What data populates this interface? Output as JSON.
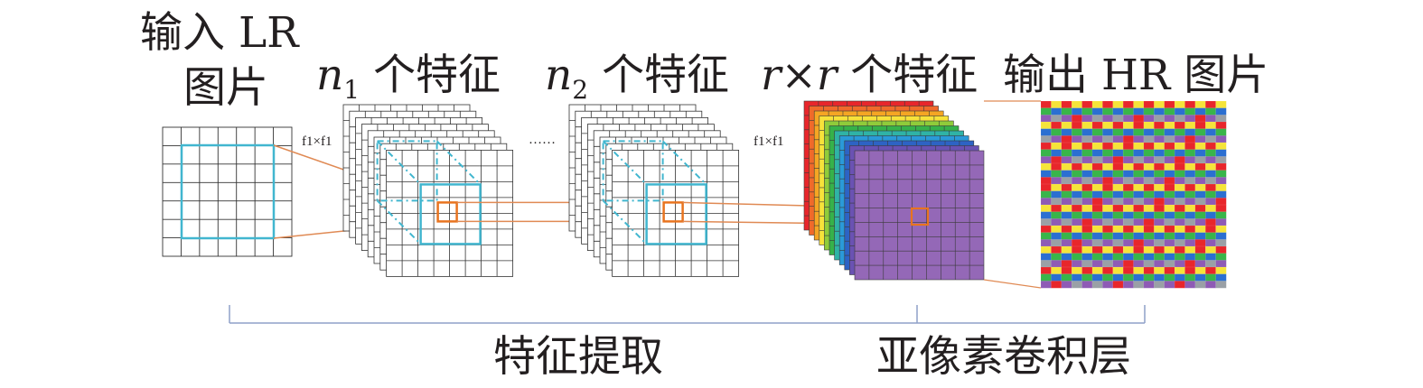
{
  "labels": {
    "input_lr_line1": "输入 LR",
    "input_lr_line2": "图片",
    "n1_var": "n",
    "n1_sub": "1",
    "n1_suffix": "个特征",
    "n2_var": "n",
    "n2_sub": "2",
    "n2_suffix": "个特征",
    "rr_var": "r×r",
    "rr_suffix": "个特征",
    "output_hr": "输出 HR 图片",
    "kernel_1": "f1×f1",
    "kernel_2": "f1×f1",
    "ellipsis": "……",
    "feature_extraction": "特征提取",
    "subpixel_layer": "亚像素卷积层"
  },
  "colors": {
    "grid_line": "#333333",
    "receptive_field": "#41b6cf",
    "center_patch": "#e8741f",
    "connector": "#e08a54",
    "bracket": "#8fa0c8",
    "subpixel_channels": [
      "#e8262b",
      "#f06a2a",
      "#f5a623",
      "#f7e23a",
      "#8fcc3a",
      "#36b24a",
      "#2fb3a6",
      "#2a9ad8",
      "#2d63c4",
      "#6a52b3",
      "#9468b7"
    ],
    "hr_palette": [
      "#e8262b",
      "#f5e43a",
      "#39b54a",
      "#2b6fd1",
      "#8e5bb5",
      "#9aa0a6"
    ]
  }
}
